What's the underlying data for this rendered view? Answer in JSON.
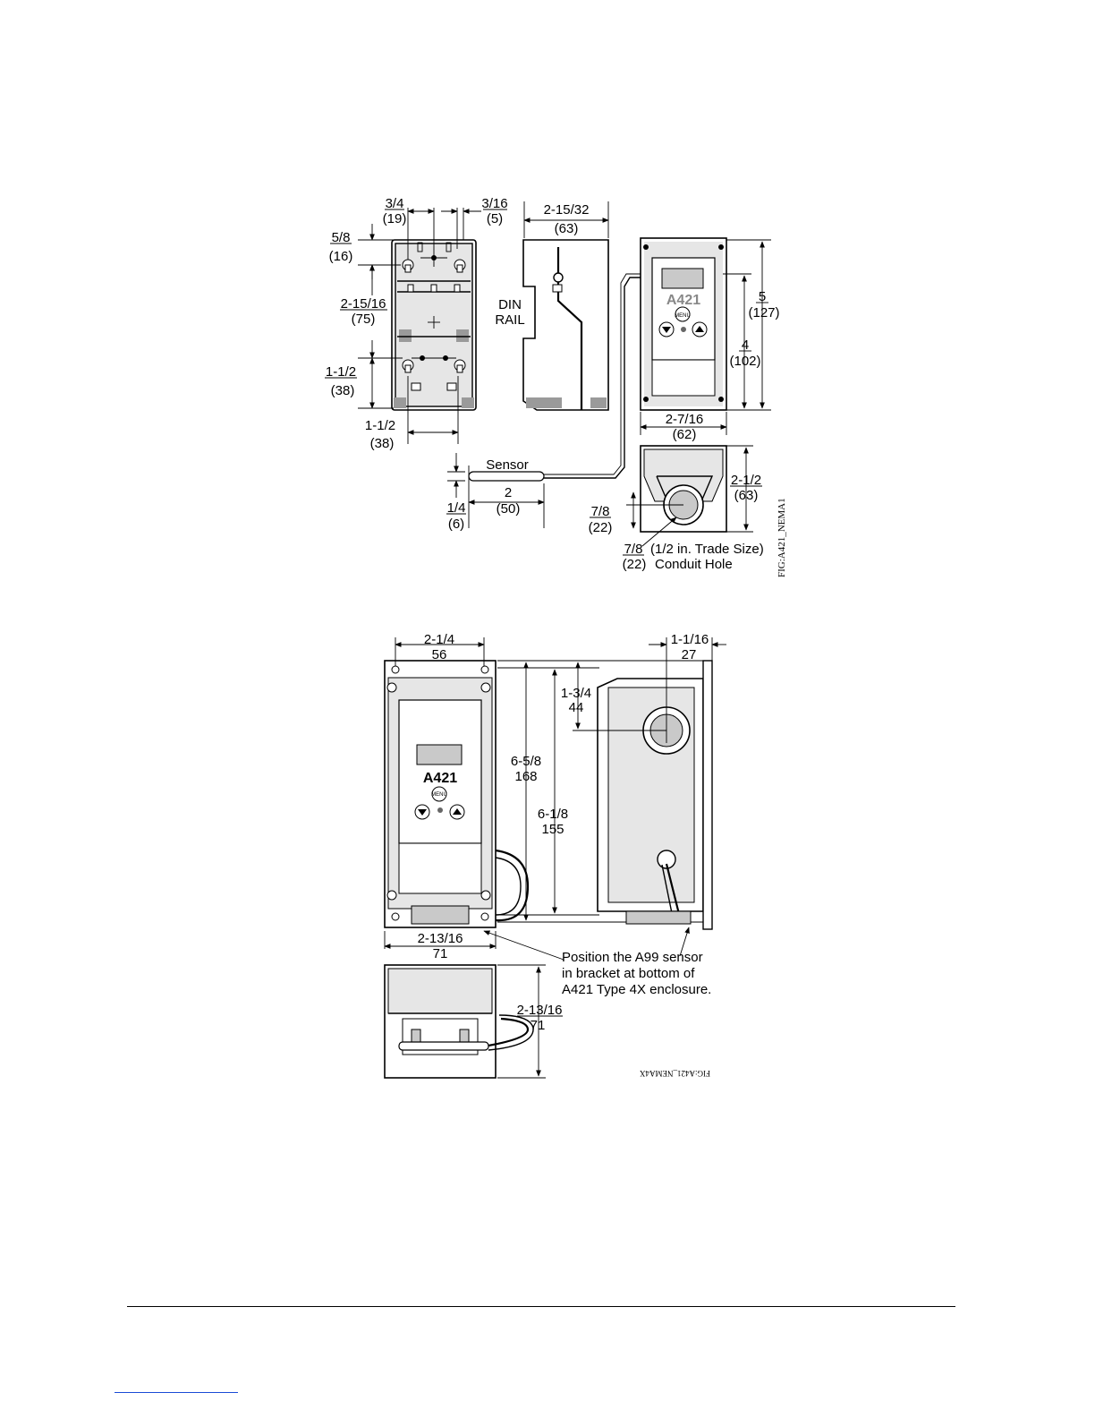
{
  "figure_top": {
    "front_dims": {
      "d34": "3/4",
      "d34_mm": "(19)",
      "d316": "3/16",
      "d316_mm": "(5)",
      "d58": "5/8",
      "d58_mm": "(16)",
      "d21516": "2-15/16",
      "d21516_mm": "(75)",
      "d112a": "1-1/2",
      "d112a_mm": "(38)",
      "d112b": "1-1/2",
      "d112b_mm": "(38)"
    },
    "side_dims": {
      "d21532": "2-15/32",
      "d21532_mm": "(63)",
      "din1": "DIN",
      "din2": "RAIL"
    },
    "device": {
      "model": "A421",
      "menu": "MENU",
      "d5": "5",
      "d5_mm": "(127)",
      "d4": "4",
      "d4_mm": "(102)",
      "d2716": "2-7/16",
      "d2716_mm": "(62)"
    },
    "sensor": {
      "label": "Sensor",
      "d2": "2",
      "d2_mm": "(50)",
      "d14": "1/4",
      "d14_mm": "(6)"
    },
    "bottom": {
      "d212": "2-1/2",
      "d212_mm": "(63)",
      "d78": "7/8",
      "d78_mm": "(22)",
      "hole_d": "7/8",
      "hole_d_mm": "(22)",
      "hole_note1": "(1/2 in. Trade Size)",
      "hole_note2": "Conduit Hole"
    },
    "fig_id": "FIG:A421_NEMA1"
  },
  "figure_bottom": {
    "d214": "2-1/4",
    "d214_mm": "56",
    "d658": "6-5/8",
    "d658_mm": "168",
    "d618": "6-1/8",
    "d618_mm": "155",
    "d134": "1-3/4",
    "d134_mm": "44",
    "d1116": "1-1/16",
    "d1116_mm": "27",
    "d21316a": "2-13/16",
    "d21316a_mm": "71",
    "d21316b": "2-13/16",
    "d21316b_mm": "71",
    "model": "A421",
    "menu": "MENU",
    "note1": "Position the A99 sensor",
    "note2": "in bracket at bottom of",
    "note3": "A421 Type 4X enclosure.",
    "fig_id": "FIG:A421_NEMA4X"
  },
  "colors": {
    "line": "#000000",
    "gray_light": "#e6e6e6",
    "gray_mid": "#c9c9c9",
    "link": "#1a4bd6"
  }
}
